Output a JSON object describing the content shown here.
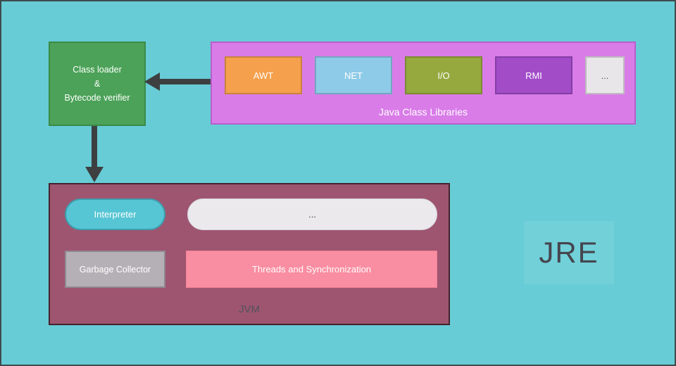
{
  "diagram": {
    "background_color": "#67ccd6",
    "arrow_color": "#3d3f41",
    "jre_label": "JRE",
    "class_loader": {
      "line1": "Class loader",
      "line2": "&",
      "line3": "Bytecode verifier",
      "color": "#4ba258"
    },
    "libraries": {
      "label": "Java Class Libraries",
      "color": "#d97ce8",
      "items": [
        {
          "label": "AWT",
          "color": "#f5a04c"
        },
        {
          "label": "NET",
          "color": "#8ecbe8"
        },
        {
          "label": "I/O",
          "color": "#96a93f"
        },
        {
          "label": "RMI",
          "color": "#a24cc8"
        },
        {
          "label": "...",
          "color": "#e8e6e9"
        }
      ]
    },
    "jvm": {
      "label": "JVM",
      "color": "#9e5570",
      "interpreter_label": "Interpreter",
      "ellipsis_label": "...",
      "garbage_collector_label": "Garbage Collector",
      "threads_label": "Threads and Synchronization"
    }
  }
}
